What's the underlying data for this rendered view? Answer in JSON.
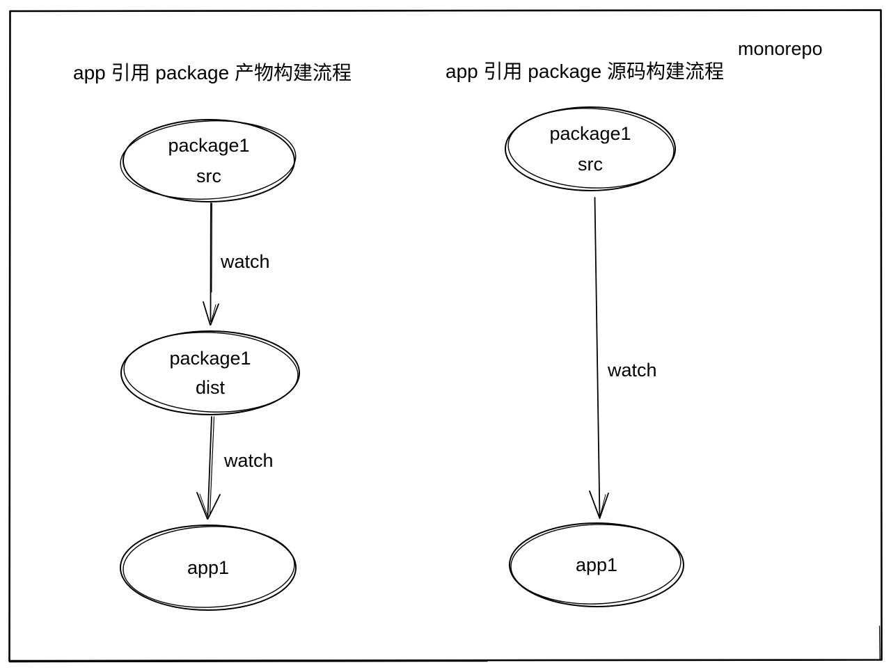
{
  "header": {
    "monorepo_label": "monorepo"
  },
  "left_flow": {
    "title": "app 引用 package 产物构建流程",
    "nodes": [
      {
        "name": "package1-src",
        "line1": "package1",
        "line2": "src"
      },
      {
        "name": "package1-dist",
        "line1": "package1",
        "line2": "dist"
      },
      {
        "name": "app1",
        "line1": "app1",
        "line2": ""
      }
    ],
    "edges": [
      {
        "from": "package1-src",
        "to": "package1-dist",
        "label": "watch"
      },
      {
        "from": "package1-dist",
        "to": "app1",
        "label": "watch"
      }
    ]
  },
  "right_flow": {
    "title": "app 引用 package 源码构建流程",
    "nodes": [
      {
        "name": "package1-src",
        "line1": "package1",
        "line2": "src"
      },
      {
        "name": "app1",
        "line1": "app1",
        "line2": ""
      }
    ],
    "edges": [
      {
        "from": "package1-src",
        "to": "app1",
        "label": "watch"
      }
    ]
  },
  "colors": {
    "stroke": "#000000",
    "background": "#ffffff",
    "text": "#000000"
  }
}
